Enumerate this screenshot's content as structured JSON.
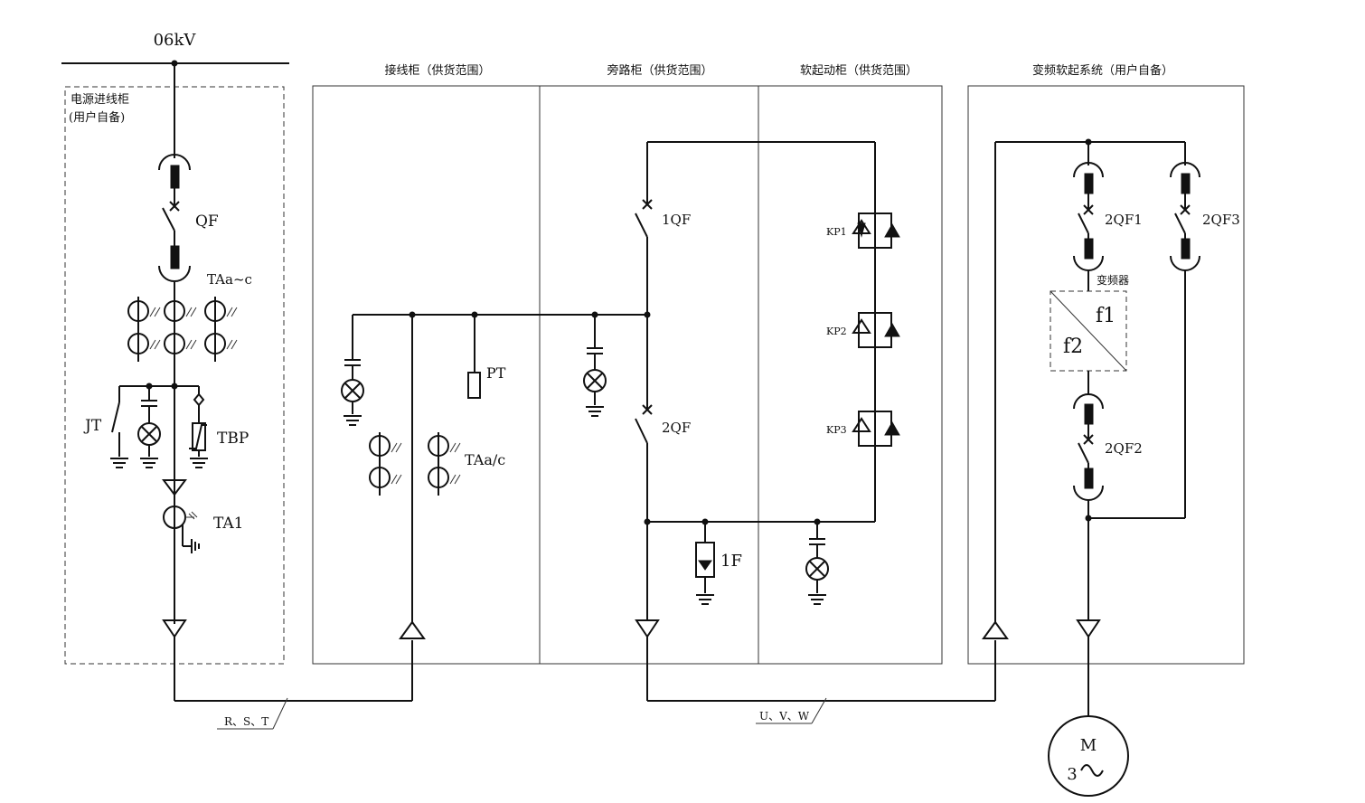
{
  "bus_label": "06kV",
  "panels": {
    "incoming": "电源进线柜",
    "incoming_note": "(用户自备)",
    "terminal": "接线柜（供货范围）",
    "bypass": "旁路柜（供货范围）",
    "softstart": "软起动柜（供货范围）",
    "vfd_system": "变频软起系统（用户自备）"
  },
  "labels": {
    "QF": "QF",
    "TAac": "TAa~c",
    "JT": "JT",
    "TBP": "TBP",
    "TA1": "TA1",
    "PT": "PT",
    "TAa_c": "TAa/c",
    "QF1": "1QF",
    "QF2": "2QF",
    "F1": "1F",
    "KP1": "KP1",
    "KP2": "KP2",
    "KP3": "KP3",
    "Q2F1": "2QF1",
    "Q2F3": "2QF3",
    "Q2F2": "2QF2",
    "vfd": "变频器",
    "f1": "f1",
    "f2": "f2",
    "motor_M": "M",
    "motor_3": "3",
    "RST": "R、S、T",
    "UVW": "U、V、W"
  },
  "colors": {
    "line": "#111111",
    "background": "#ffffff"
  }
}
